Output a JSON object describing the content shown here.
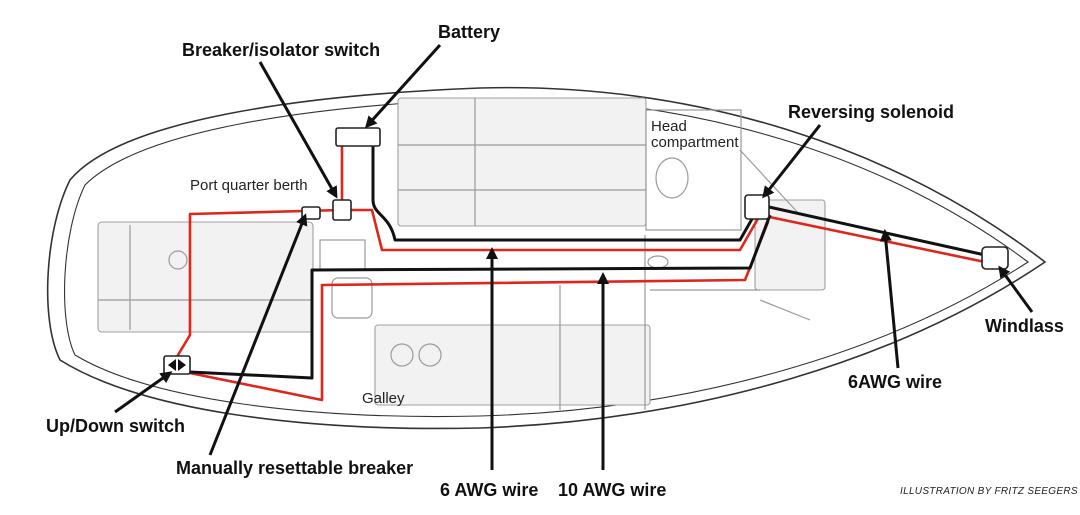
{
  "labels": {
    "battery": "Battery",
    "breaker_isolator": "Breaker/isolator switch",
    "reversing_solenoid": "Reversing solenoid",
    "head_line1": "Head",
    "head_line2": "compartment",
    "port_quarter_berth": "Port quarter berth",
    "windlass": "Windlass",
    "six_awg_right": "6AWG wire",
    "up_down_switch": "Up/Down switch",
    "galley": "Galley",
    "manual_breaker": "Manually resettable breaker",
    "six_awg_bottom": "6 AWG wire",
    "ten_awg_bottom": "10 AWG wire",
    "credit": "ILLUSTRATION BY FRITZ SEEGERS"
  },
  "colors": {
    "positive_wire": "#e0261b",
    "negative_wire": "#111111",
    "hull": "#333333"
  }
}
